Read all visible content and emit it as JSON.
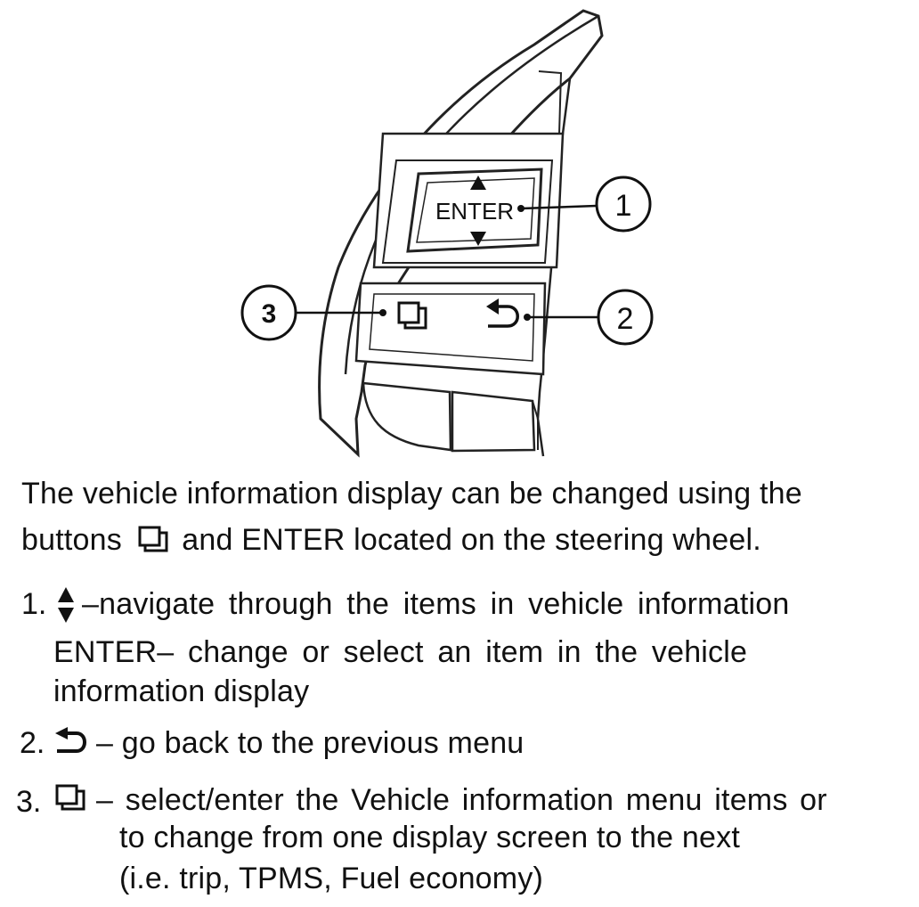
{
  "diagram": {
    "enter_label": "ENTER",
    "callouts": [
      "1",
      "2",
      "3"
    ]
  },
  "intro": {
    "line1": "The vehicle information display can be changed using the",
    "line2_before": "buttons",
    "line2_after": "and ENTER located on the steering wheel."
  },
  "items": [
    {
      "number": "1.",
      "icon": "up-down-arrows-icon",
      "dash": "–",
      "text": "navigate through the items in vehicle information",
      "sub_label": "ENTER",
      "sub_text": "– change or select an item in the vehicle",
      "sub_text2": "information display"
    },
    {
      "number": "2.",
      "icon": "back-arrow-icon",
      "text": "– go back to the previous menu"
    },
    {
      "number": "3.",
      "icon": "display-toggle-icon",
      "text": "– select/enter the Vehicle information menu items or",
      "text2": "to change from one display screen to the next",
      "text3": "(i.e. trip, TPMS, Fuel economy)"
    }
  ]
}
